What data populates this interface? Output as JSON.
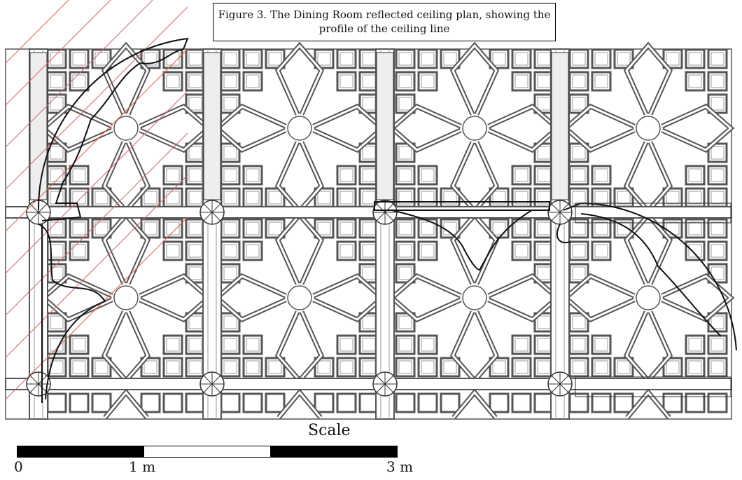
{
  "figure": {
    "caption": "Figure 3. The Dining Room reflected ceiling plan, showing the profile of the ceiling line"
  },
  "scale": {
    "title": "Scale",
    "labels": [
      "0",
      "1 m",
      "3 m"
    ],
    "segment_colors": [
      "#000000",
      "#ffffff",
      "#000000"
    ]
  },
  "colors": {
    "line": "#555555",
    "profile": "#111111",
    "hatch": "#e06060"
  }
}
